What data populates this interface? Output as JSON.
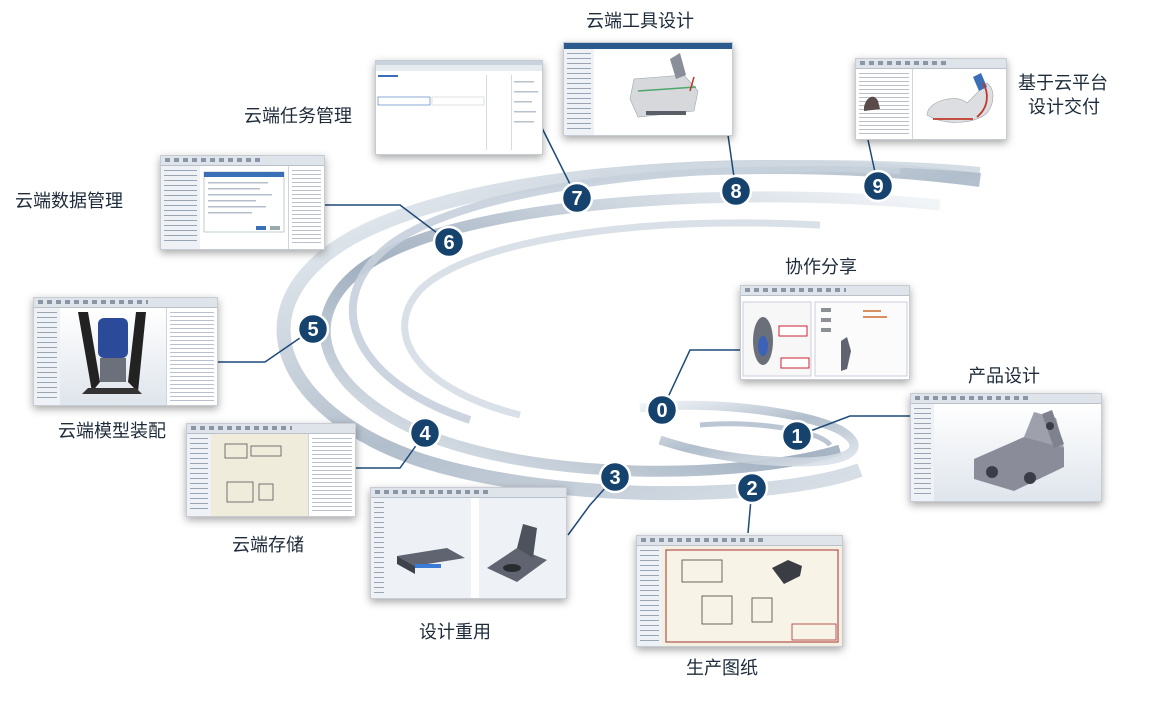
{
  "labels": {
    "l0": "协作分享",
    "l1": "产品设计",
    "l2": "生产图纸",
    "l3": "设计重用",
    "l4": "云端存储",
    "l5": "云端模型装配",
    "l6": "云端数据管理",
    "l7": "云端任务管理",
    "l8": "云端工具设计",
    "l9a": "基于云平台",
    "l9b": "设计交付"
  },
  "markers": [
    "0",
    "1",
    "2",
    "3",
    "4",
    "5",
    "6",
    "7",
    "8",
    "9"
  ],
  "colors": {
    "marker_fill": "#16426e",
    "marker_stroke": "#ffffff",
    "connector": "#1d4a78",
    "ring_light": "#e4e9ef",
    "ring_mid": "#b9c5d2",
    "ring_dark": "#8796a8",
    "text": "#1d2b3a"
  }
}
